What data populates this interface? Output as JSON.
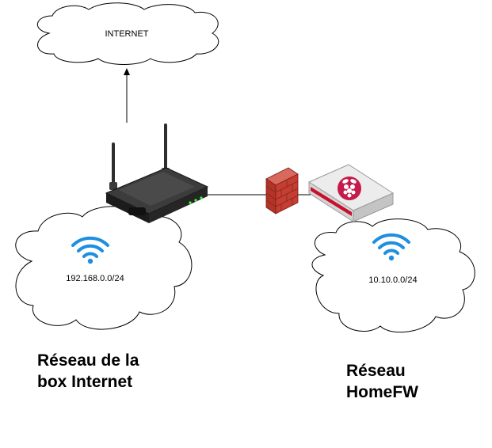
{
  "internet": {
    "label": "INTERNET"
  },
  "box_network": {
    "subnet": "192.168.0.0/24",
    "title_line1": "Réseau de la",
    "title_line2": "box Internet"
  },
  "homefw_network": {
    "subnet": "10.10.0.0/24",
    "title_line1": "Réseau",
    "title_line2": "HomeFW"
  },
  "icons": {
    "router": "wifi-router-icon",
    "firewall": "brick-firewall-icon",
    "server": "raspberry-pi-server-icon",
    "wifi": "wifi-icon"
  },
  "colors": {
    "wifi": "#1e8fe0",
    "brick": "#c0352b",
    "raspberry": "#c51a4a",
    "router_body": "#2a2a2a",
    "server_body": "#e6e6e6"
  }
}
